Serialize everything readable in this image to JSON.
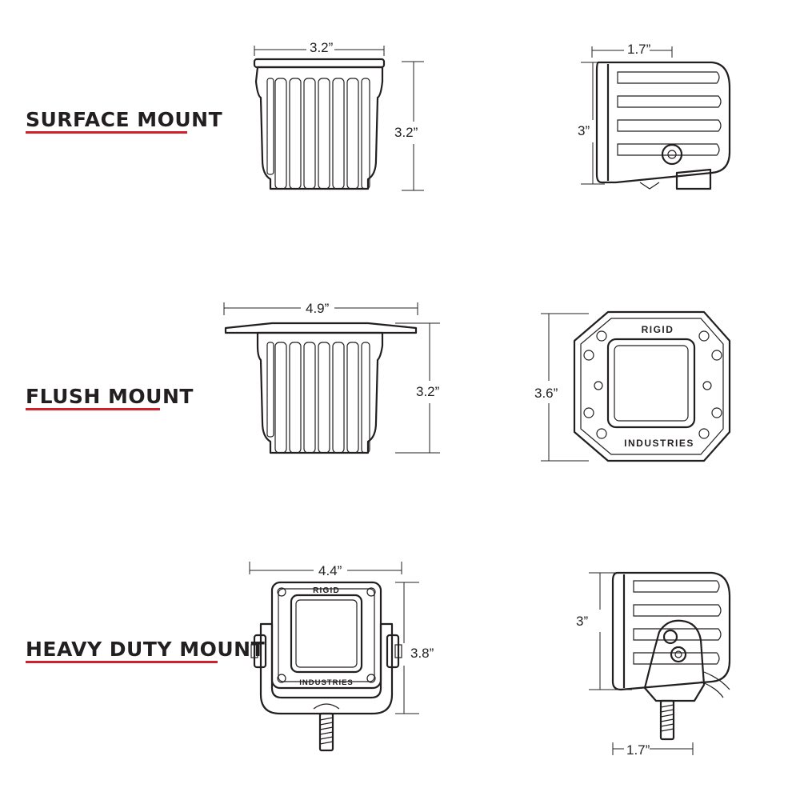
{
  "mounts": [
    {
      "label": "SURFACE MOUNT",
      "front_width": "3.2”",
      "front_height": "3.2”",
      "side_width": "1.7”",
      "side_height": "3”"
    },
    {
      "label": "FLUSH MOUNT",
      "front_width": "4.9”",
      "front_height": "3.2”",
      "side_height": "3.6”"
    },
    {
      "label": "HEAVY DUTY MOUNT",
      "front_width": "4.4”",
      "front_height": "3.8”",
      "side_height": "3”",
      "side_width": "1.7”"
    }
  ],
  "branding": {
    "top": "RIGID",
    "bottom": "INDUSTRIES"
  },
  "colors": {
    "label_underline": "#d0202e",
    "line": "#231f20"
  }
}
